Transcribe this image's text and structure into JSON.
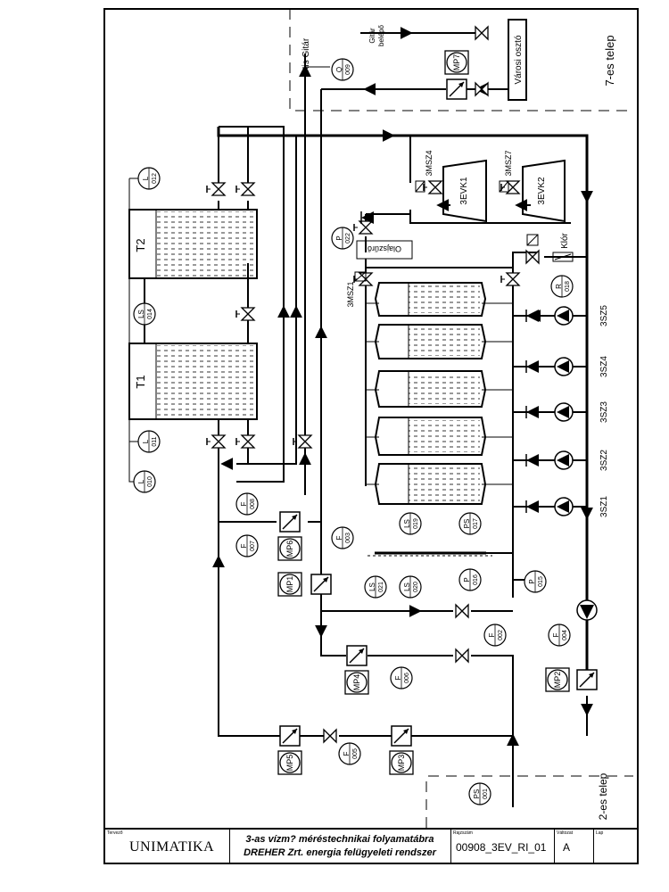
{
  "labels": {
    "top_right_site": "7-es telep",
    "bottom_right_site": "2-es telep",
    "gitar_inlet": "Gitár\nbelépő",
    "kis_gitar": "Kis Gitár",
    "varosi_oszto": "Városi osztó",
    "olajszuro": "Olajszűrő",
    "klor": "Klór"
  },
  "tanks": [
    {
      "label": "T2"
    },
    {
      "label": "T1"
    }
  ],
  "evaporators": [
    {
      "label": "3EVK1",
      "valve": "3MSZ4"
    },
    {
      "label": "3EVK2",
      "valve": "3MSZ7"
    }
  ],
  "main_valve": "3MSZ1",
  "pumps": [
    "3SZ5",
    "3SZ4",
    "3SZ3",
    "3SZ2",
    "3SZ1"
  ],
  "meters": [
    "MP7",
    "MP6",
    "MP1",
    "MP4",
    "MP5",
    "MP3",
    "MP2"
  ],
  "instruments": [
    {
      "t": "Q",
      "n": "009"
    },
    {
      "t": "L",
      "n": "012"
    },
    {
      "t": "LS",
      "n": "014"
    },
    {
      "t": "L",
      "n": "011"
    },
    {
      "t": "L",
      "n": "010"
    },
    {
      "t": "P",
      "n": "022"
    },
    {
      "t": "R",
      "n": "018"
    },
    {
      "t": "F",
      "n": "008"
    },
    {
      "t": "F",
      "n": "007"
    },
    {
      "t": "F",
      "n": "003"
    },
    {
      "t": "LS",
      "n": "019"
    },
    {
      "t": "PS",
      "n": "017"
    },
    {
      "t": "LS",
      "n": "021"
    },
    {
      "t": "LS",
      "n": "020"
    },
    {
      "t": "P",
      "n": "016"
    },
    {
      "t": "P",
      "n": "015"
    },
    {
      "t": "F",
      "n": "002"
    },
    {
      "t": "F",
      "n": "006"
    },
    {
      "t": "F",
      "n": "004"
    },
    {
      "t": "F",
      "n": "005"
    },
    {
      "t": "PS",
      "n": "001"
    }
  ],
  "title_block": {
    "designer_caption": "Tervező",
    "company": "UNIMATIKA",
    "title_line1": "3-as vízm? méréstechnikai folyamatábra",
    "title_line2": "DREHER Zrt. energia felügyeleti rendszer",
    "drawing_no_caption": "Rajzszám",
    "drawing_no": "00908_3EV_RI_01",
    "revision_caption": "Változat",
    "revision": "A",
    "sheet_caption": "Lap"
  }
}
